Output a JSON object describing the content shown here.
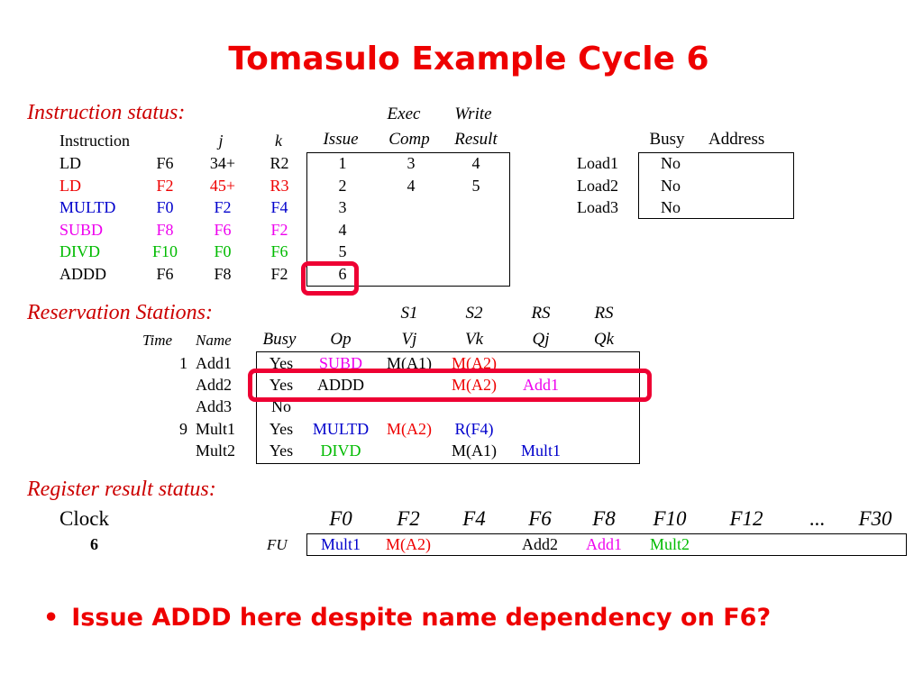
{
  "title": "Tomasulo Example Cycle 6",
  "colors": {
    "title": "#ee0000",
    "section": "#cc0000",
    "highlight": "#ee0033",
    "black": "#000000",
    "red": "#ee0000",
    "blue": "#0000cc",
    "magenta": "#ee00ee",
    "green": "#00bb00"
  },
  "instruction_status": {
    "label": "Instruction status:",
    "group_headers": {
      "exec": "Exec",
      "write": "Write"
    },
    "headers": {
      "instruction": "Instruction",
      "j": "j",
      "k": "k",
      "issue": "Issue",
      "comp": "Comp",
      "result": "Result"
    },
    "rows": [
      {
        "op": "LD",
        "dest": "F6",
        "j": "34+",
        "k": "R2",
        "issue": "1",
        "comp": "3",
        "result": "4",
        "color": "black"
      },
      {
        "op": "LD",
        "dest": "F2",
        "j": "45+",
        "k": "R3",
        "issue": "2",
        "comp": "4",
        "result": "5",
        "color": "red"
      },
      {
        "op": "MULTD",
        "dest": "F0",
        "j": "F2",
        "k": "F4",
        "issue": "3",
        "comp": "",
        "result": "",
        "color": "blue"
      },
      {
        "op": "SUBD",
        "dest": "F8",
        "j": "F6",
        "k": "F2",
        "issue": "4",
        "comp": "",
        "result": "",
        "color": "magenta"
      },
      {
        "op": "DIVD",
        "dest": "F10",
        "j": "F0",
        "k": "F6",
        "issue": "5",
        "comp": "",
        "result": "",
        "color": "green"
      },
      {
        "op": "ADDD",
        "dest": "F6",
        "j": "F8",
        "k": "F2",
        "issue": "6",
        "comp": "",
        "result": "",
        "color": "black"
      }
    ]
  },
  "load_buffers": {
    "headers": {
      "busy": "Busy",
      "address": "Address"
    },
    "rows": [
      {
        "name": "Load1",
        "busy": "No",
        "address": ""
      },
      {
        "name": "Load2",
        "busy": "No",
        "address": ""
      },
      {
        "name": "Load3",
        "busy": "No",
        "address": ""
      }
    ]
  },
  "reservation_stations": {
    "label": "Reservation Stations:",
    "group_headers": {
      "s1": "S1",
      "s2": "S2",
      "rs1": "RS",
      "rs2": "RS"
    },
    "headers": {
      "time": "Time",
      "name": "Name",
      "busy": "Busy",
      "op": "Op",
      "vj": "Vj",
      "vk": "Vk",
      "qj": "Qj",
      "qk": "Qk"
    },
    "rows": [
      {
        "time": "1",
        "name": "Add1",
        "busy": "Yes",
        "op": {
          "t": "SUBD",
          "c": "magenta"
        },
        "vj": {
          "t": "M(A1)",
          "c": "black"
        },
        "vk": {
          "t": "M(A2)",
          "c": "red"
        },
        "qj": {
          "t": "",
          "c": "black"
        },
        "qk": {
          "t": "",
          "c": "black"
        }
      },
      {
        "time": "",
        "name": "Add2",
        "busy": "Yes",
        "op": {
          "t": "ADDD",
          "c": "black"
        },
        "vj": {
          "t": "",
          "c": "black"
        },
        "vk": {
          "t": "M(A2)",
          "c": "red"
        },
        "qj": {
          "t": "Add1",
          "c": "magenta"
        },
        "qk": {
          "t": "",
          "c": "black"
        }
      },
      {
        "time": "",
        "name": "Add3",
        "busy": "No",
        "op": {
          "t": "",
          "c": "black"
        },
        "vj": {
          "t": "",
          "c": "black"
        },
        "vk": {
          "t": "",
          "c": "black"
        },
        "qj": {
          "t": "",
          "c": "black"
        },
        "qk": {
          "t": "",
          "c": "black"
        }
      },
      {
        "time": "9",
        "name": "Mult1",
        "busy": "Yes",
        "op": {
          "t": "MULTD",
          "c": "blue"
        },
        "vj": {
          "t": "M(A2)",
          "c": "red"
        },
        "vk": {
          "t": "R(F4)",
          "c": "blue"
        },
        "qj": {
          "t": "",
          "c": "black"
        },
        "qk": {
          "t": "",
          "c": "black"
        }
      },
      {
        "time": "",
        "name": "Mult2",
        "busy": "Yes",
        "op": {
          "t": "DIVD",
          "c": "green"
        },
        "vj": {
          "t": "",
          "c": "black"
        },
        "vk": {
          "t": "M(A1)",
          "c": "black"
        },
        "qj": {
          "t": "Mult1",
          "c": "blue"
        },
        "qk": {
          "t": "",
          "c": "black"
        }
      }
    ]
  },
  "register_result_status": {
    "label": "Register result status:",
    "clock_label": "Clock",
    "clock_value": "6",
    "fu_label": "FU",
    "registers": [
      "F0",
      "F2",
      "F4",
      "F6",
      "F8",
      "F10",
      "F12",
      "...",
      "F30"
    ],
    "values": [
      {
        "t": "Mult1",
        "c": "blue"
      },
      {
        "t": "M(A2)",
        "c": "red"
      },
      {
        "t": "",
        "c": "black"
      },
      {
        "t": "Add2",
        "c": "black"
      },
      {
        "t": "Add1",
        "c": "magenta"
      },
      {
        "t": "Mult2",
        "c": "green"
      },
      {
        "t": "",
        "c": "black"
      },
      {
        "t": "",
        "c": "black"
      },
      {
        "t": "",
        "c": "black"
      }
    ]
  },
  "bullet": {
    "symbol": "•",
    "text": "Issue ADDD here despite name dependency on F6?"
  }
}
